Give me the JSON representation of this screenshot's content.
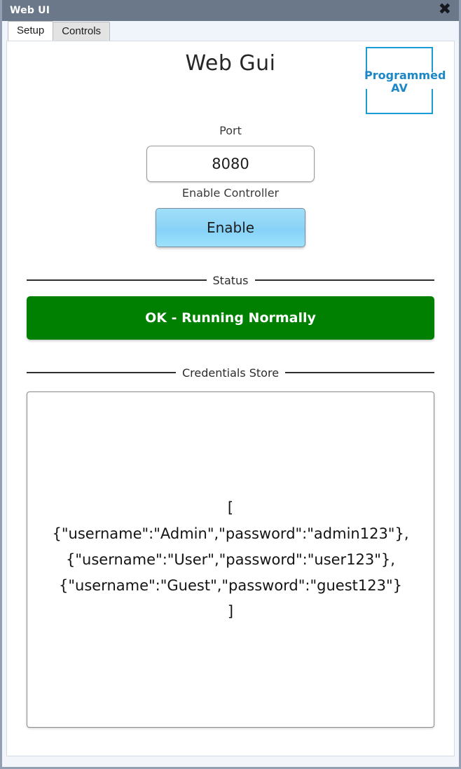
{
  "window": {
    "title": "Web UI",
    "close_icon": "close-icon",
    "title_bar_color": "#6b7889"
  },
  "tabs": [
    {
      "label": "Setup",
      "active": true
    },
    {
      "label": "Controls",
      "active": false
    }
  ],
  "main": {
    "page_title": "Web Gui",
    "logo": {
      "line1": "Programmed",
      "line2": "AV",
      "color": "#1b87c6"
    },
    "port": {
      "label": "Port",
      "value": "8080",
      "placeholder": "Port"
    },
    "controller": {
      "label": "Enable Controller",
      "button_label": "Enable"
    },
    "status": {
      "legend": "Status",
      "message": "OK - Running Normally",
      "color": "#008000"
    },
    "credentials": {
      "legend": "Credentials Store",
      "text": "[\n{\"username\":\"Admin\",\"password\":\"admin123\"},\n{\"username\":\"User\",\"password\":\"user123\"},\n{\"username\":\"Guest\",\"password\":\"guest123\"}\n]"
    }
  }
}
